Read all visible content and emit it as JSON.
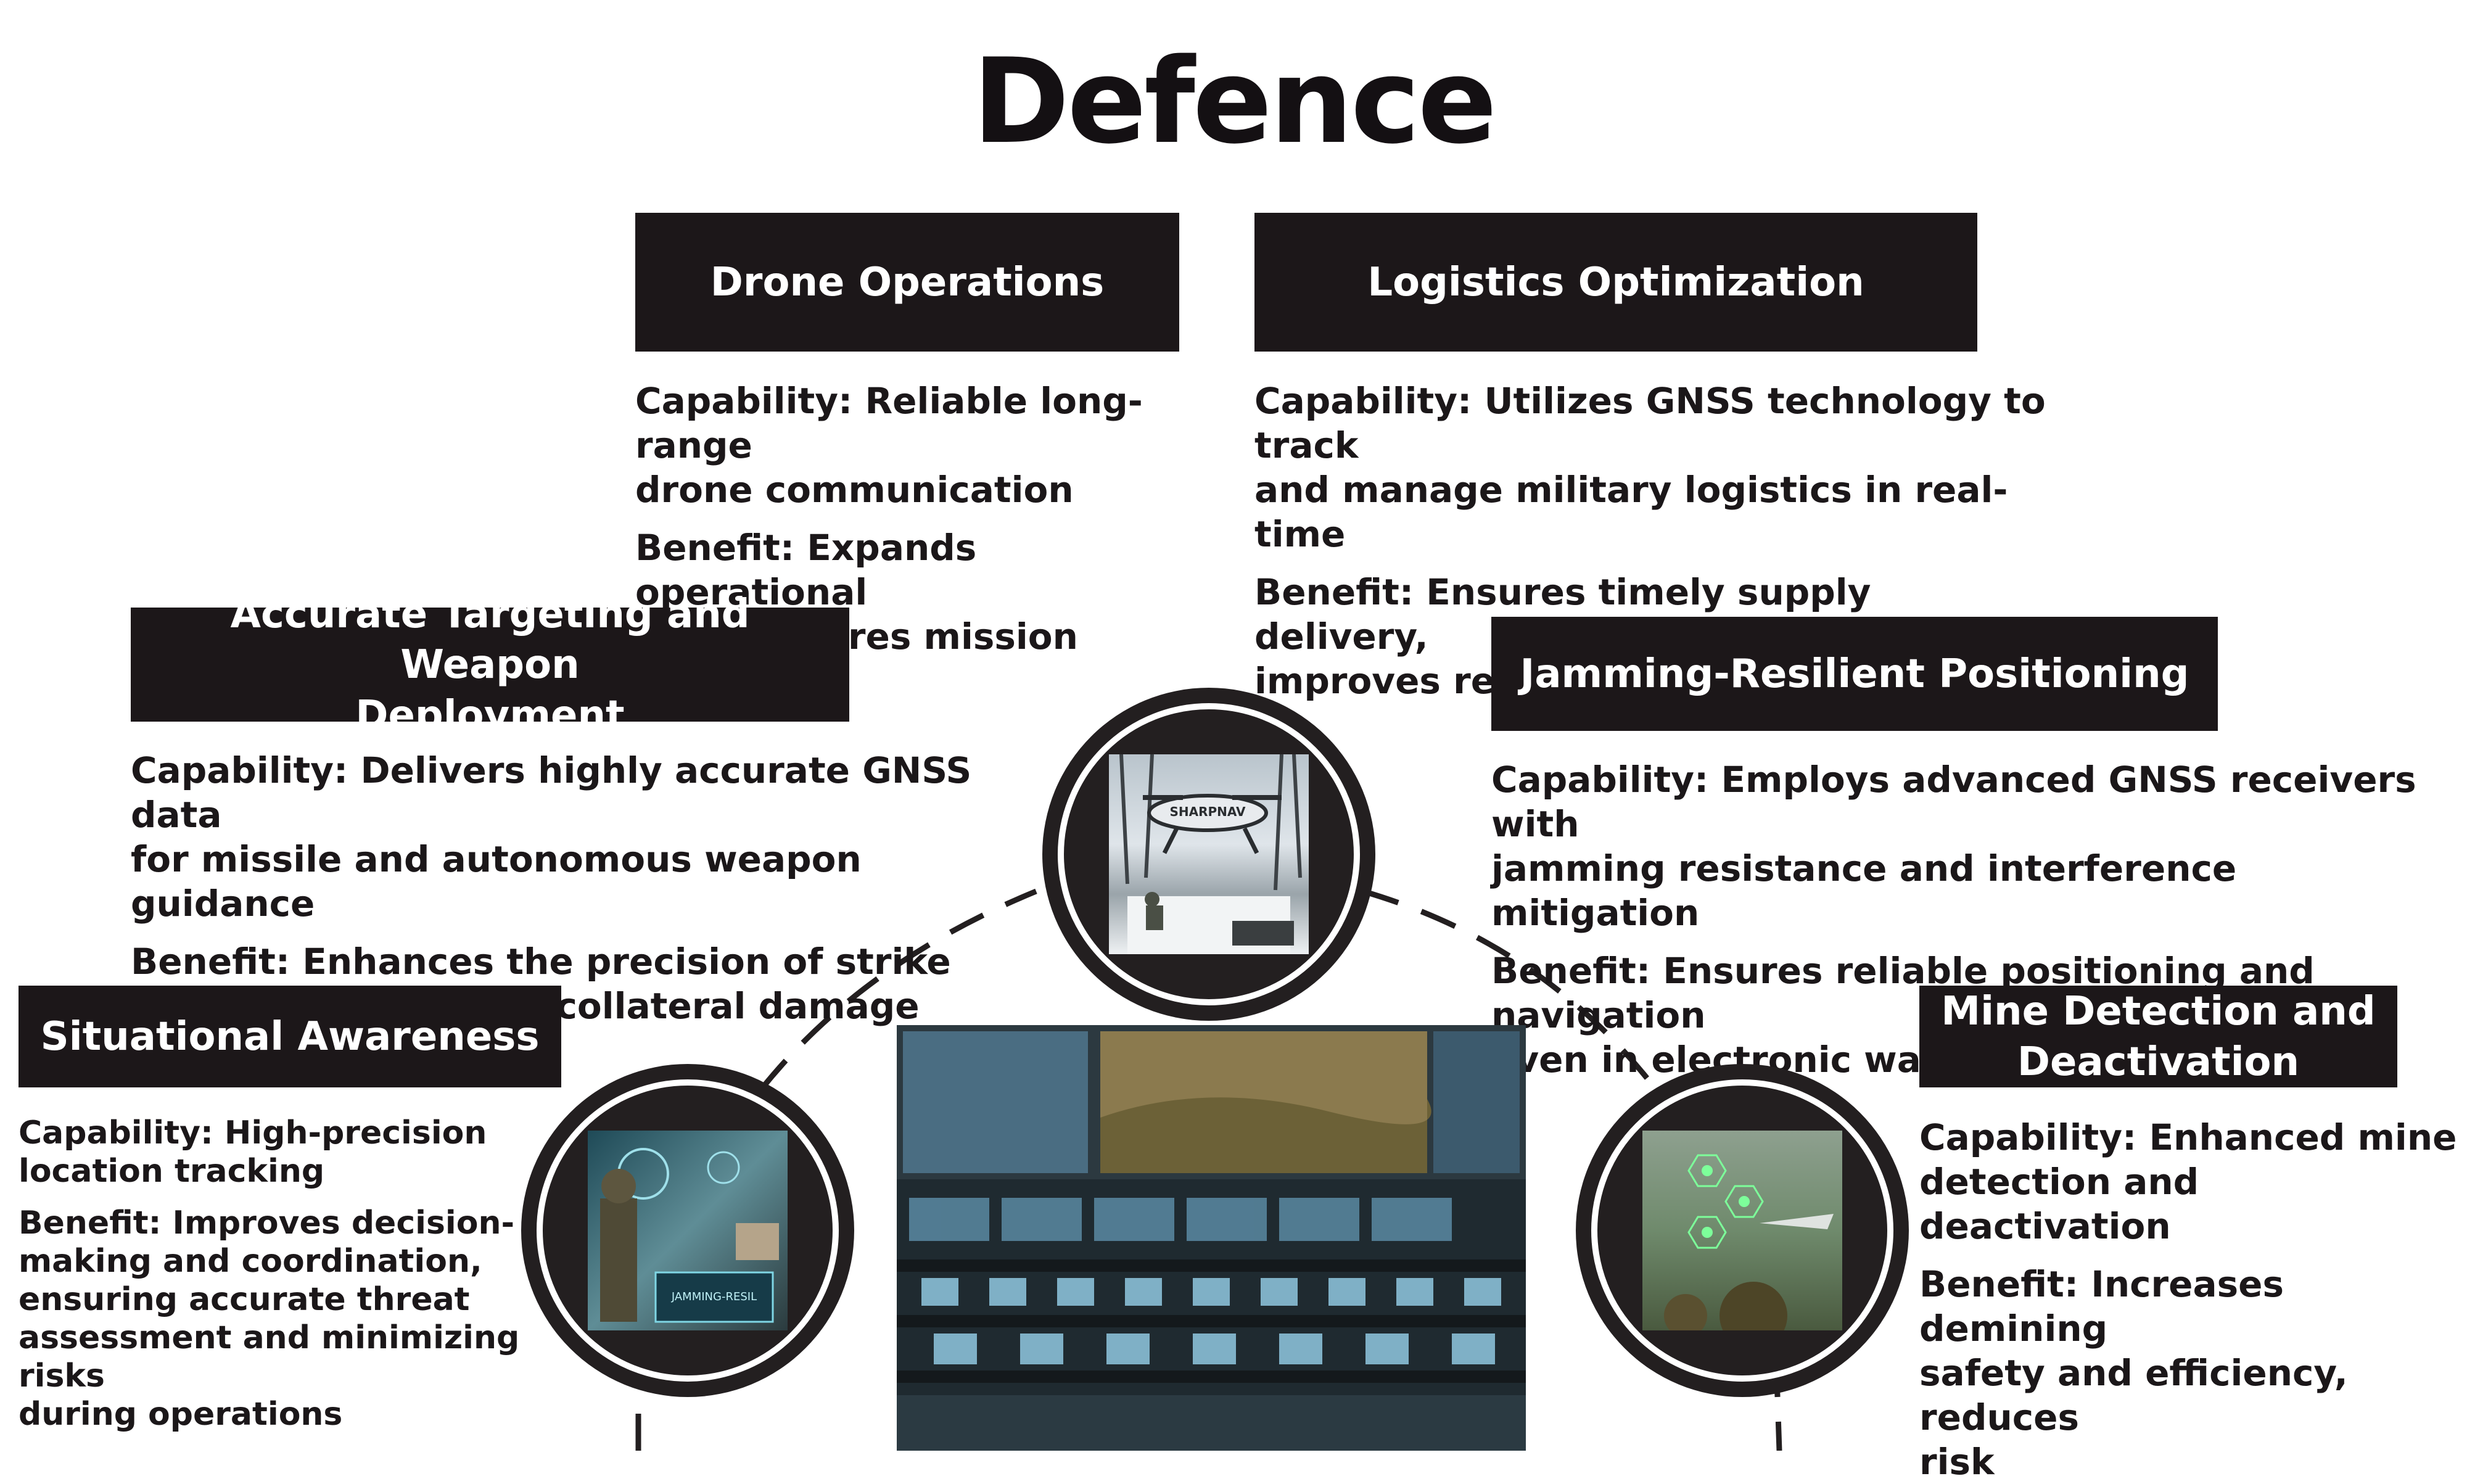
{
  "title": "Defence",
  "sections": {
    "drone": {
      "heading": "Drone Operations",
      "capability": "Capability: Reliable long-range\ndrone communication",
      "benefit": "Benefit: Expands operational\narea, ensures mission success"
    },
    "logistics": {
      "heading": "Logistics Optimization",
      "capability": "Capability: Utilizes GNSS technology to track\nand manage military logistics in real-time",
      "benefit": "Benefit: Ensures timely supply delivery,\nimproves readiness"
    },
    "targeting": {
      "heading": "Accurate Targeting and Weapon\nDeployment",
      "capability": "Capability: Delivers highly accurate GNSS data\nfor missile and autonomous weapon guidance",
      "benefit": "Benefit: Enhances the precision of strike\nsystems, minimizing collateral damage"
    },
    "jamming": {
      "heading": "Jamming-Resilient Positioning",
      "capability": "Capability: Employs advanced GNSS receivers with\njamming resistance and interference mitigation",
      "benefit": "Benefit: Ensures reliable positioning and navigation\neven in electronic warfare environments"
    },
    "situational": {
      "heading": "Situational Awareness",
      "capability": "Capability: High-precision\nlocation tracking",
      "benefit": "Benefit: Improves decision-\nmaking and coordination,\nensuring accurate threat\nassessment and minimizing risks\nduring operations"
    },
    "mine": {
      "heading": "Mine Detection and\nDeactivation",
      "capability": "Capability: Enhanced mine\ndetection and deactivation",
      "benefit": "Benefit: Increases demining\nsafety and efficiency, reduces\nrisk"
    }
  },
  "images": {
    "drone_badge": "SHARPNAV",
    "situational_badge": "JAMMING-RESIL"
  },
  "colors": {
    "header_bg": "#1c1719",
    "ring": "#231f20",
    "text": "#1b1719"
  }
}
